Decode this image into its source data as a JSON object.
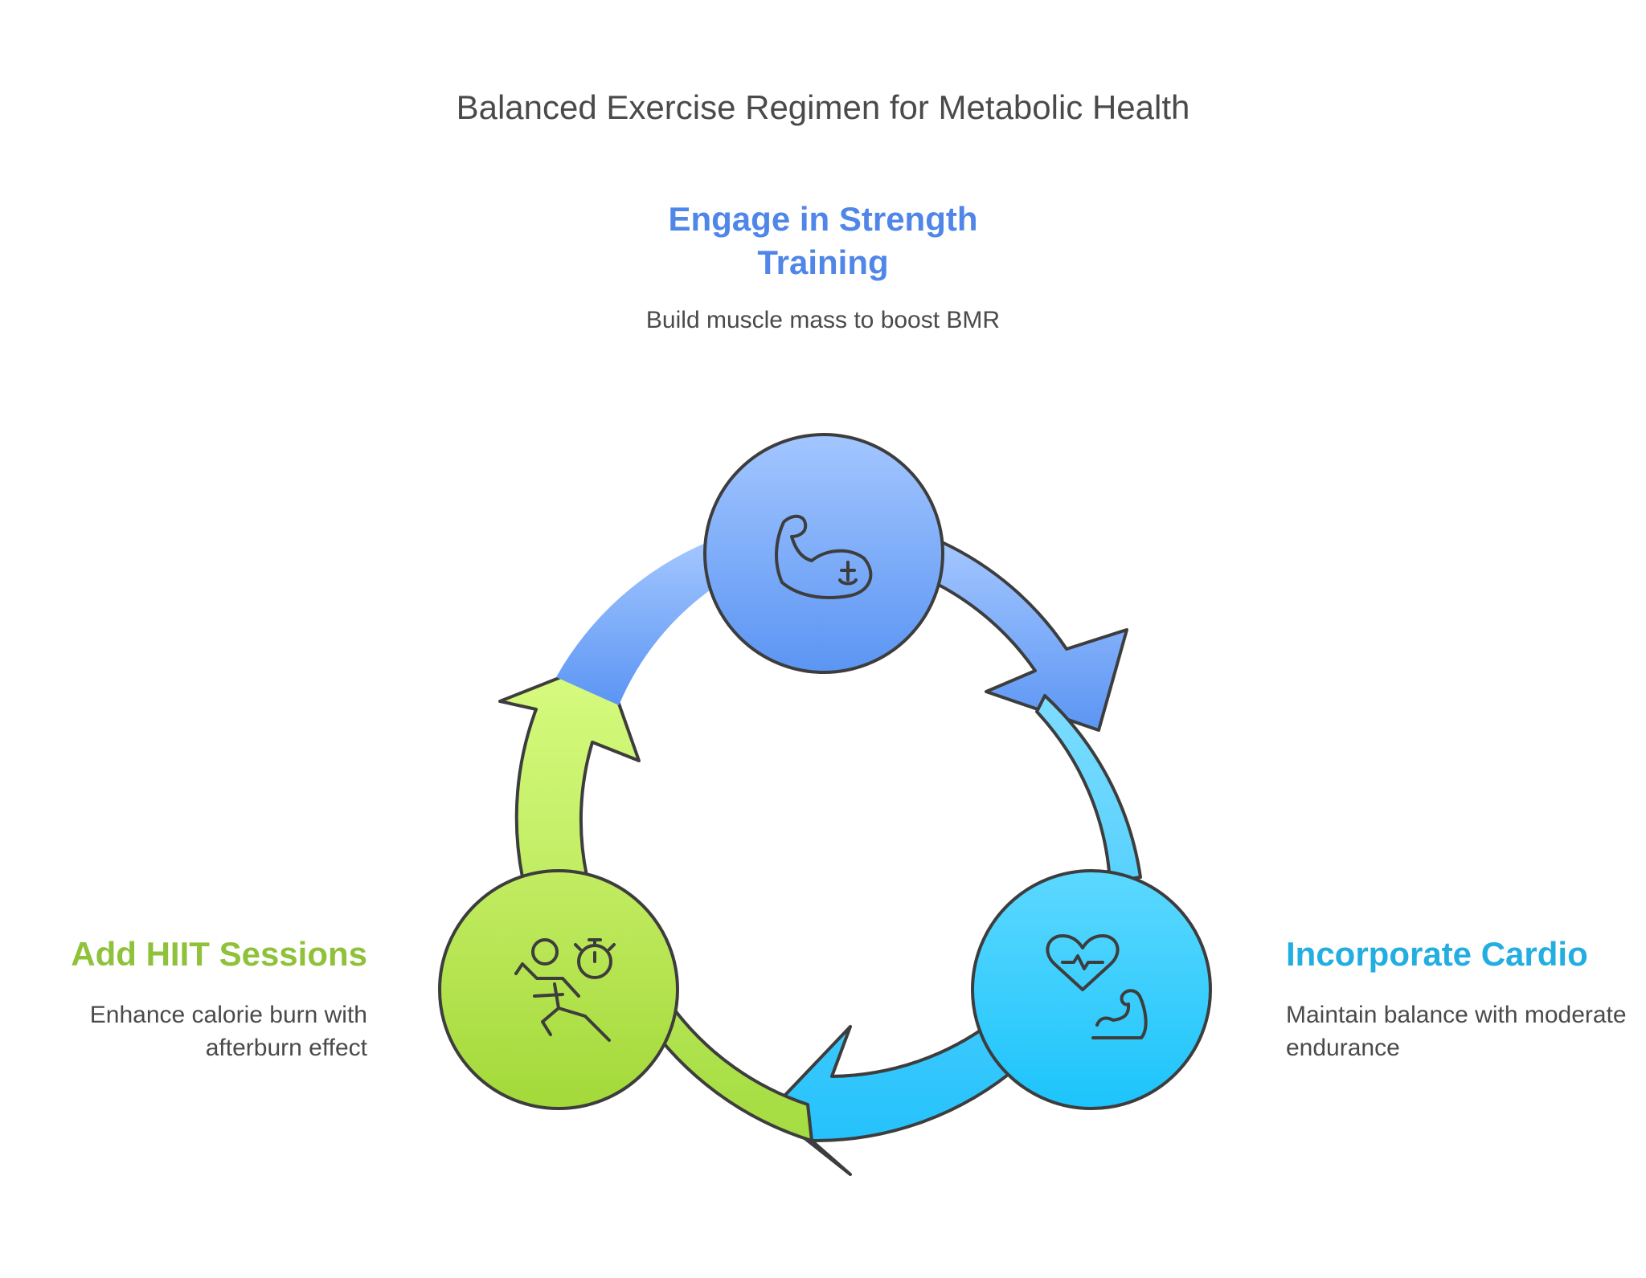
{
  "title": "Balanced Exercise Regimen for Metabolic Health",
  "colors": {
    "strength": "#4f86e8",
    "cardio": "#22aee0",
    "hiit": "#8fc23a",
    "stroke": "#3d3d3d"
  },
  "steps": [
    {
      "id": "strength",
      "heading": "Engage in Strength Training",
      "description": "Build muscle mass to boost BMR",
      "icon": "flexed-arm-icon"
    },
    {
      "id": "cardio",
      "heading": "Incorporate Cardio",
      "description": "Maintain balance with moderate endurance",
      "icon": "heart-arm-icon"
    },
    {
      "id": "hiit",
      "heading": "Add HIIT Sessions",
      "description": "Enhance calorie burn with afterburn effect",
      "icon": "runner-stopwatch-icon"
    }
  ]
}
